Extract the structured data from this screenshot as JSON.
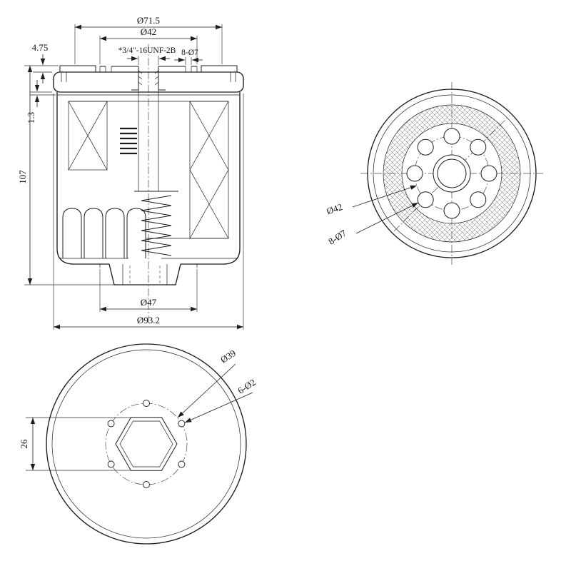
{
  "colors": {
    "background": "#ffffff",
    "line": "#1d1d1f"
  },
  "views": {
    "section": {
      "dims": {
        "dia_71_5": "Ø71.5",
        "dia_42": "Ø42",
        "thread_spec": "*3/4\"-16UNF-2B",
        "holes_8_d7": "8-Ø7",
        "h_4_75": "4.75",
        "h_1_3": "1.3",
        "h_107": "107",
        "dia_47": "Ø47",
        "dia_93_2": "Ø93.2"
      }
    },
    "top": {
      "dims": {
        "dia_42": "Ø42",
        "holes_8_d7": "8-Ø7"
      }
    },
    "bottom": {
      "dims": {
        "dia_39": "Ø39",
        "holes_6_d2": "6-Ø2",
        "h_26": "26"
      }
    }
  }
}
